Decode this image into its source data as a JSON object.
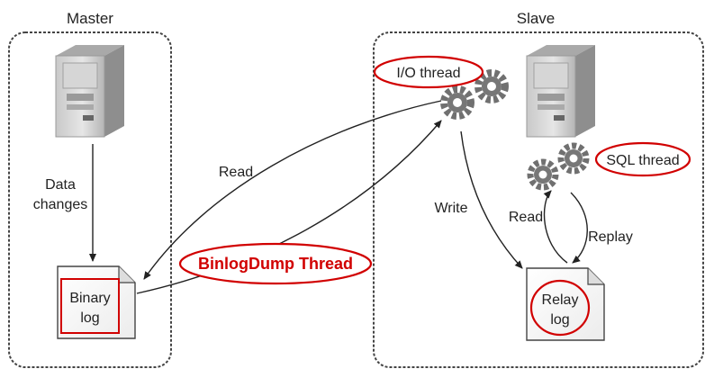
{
  "master": {
    "title": "Master",
    "data_changes_line1": "Data",
    "data_changes_line2": "changes",
    "binary_log_line1": "Binary",
    "binary_log_line2": "log"
  },
  "slave": {
    "title": "Slave",
    "io_thread": "I/O thread",
    "sql_thread": "SQL thread",
    "relay_log_line1": "Relay",
    "relay_log_line2": "log",
    "write": "Write",
    "read": "Read",
    "replay": "Replay"
  },
  "read_arrow_label": "Read",
  "binlog_dump_thread": "BinlogDump Thread",
  "colors": {
    "highlight": "#d10000",
    "server_dark": "#8a8a8a",
    "server_light": "#d9d9d9",
    "gear": "#777777"
  }
}
